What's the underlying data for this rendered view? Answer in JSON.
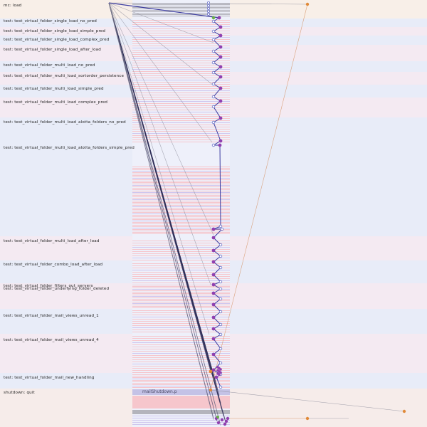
{
  "colors": {
    "band_load": "#f8efe8",
    "band_blue": "#e8ecf8",
    "band_pink": "#f4eaf2",
    "band_shutdown": "#f6ecea",
    "column_bg": "#eef0fa",
    "stripe_pink": "#f6c6cc",
    "stripe_purple": "#cfc6ee",
    "stripe_grey": "#b4b4bc",
    "spine": "#3b3ba0",
    "link_dark": "#30305a",
    "link_grey": "#8a8a98",
    "link_orange": "#d49060",
    "node_purple": "#9040b0",
    "node_blue": "#6a72c8",
    "node_orange": "#e08a3a",
    "node_green": "#6ab04a"
  },
  "phases": [
    {
      "label": "mc: load"
    },
    {
      "label": "test: test_virtual_folder_single_load_no_pred"
    },
    {
      "label": "test: test_virtual_folder_single_load_simple_pred"
    },
    {
      "label": "test: test_virtual_folder_single_load_complex_pred"
    },
    {
      "label": "test: test_virtual_folder_single_load_after_load"
    },
    {
      "label": "test: test_virtual_folder_multi_load_no_pred"
    },
    {
      "label": "test: test_virtual_folder_multi_load_sortorder_persistence"
    },
    {
      "label": "test: test_virtual_folder_multi_load_simple_pred"
    },
    {
      "label": "test: test_virtual_folder_multi_load_complex_pred"
    },
    {
      "label": "test: test_virtual_folder_multi_load_alotta_folders_no_pred"
    },
    {
      "label": "test: test_virtual_folder_multi_load_alotta_folders_simple_pred"
    },
    {
      "label": "test: test_virtual_folder_multi_load_after_load"
    },
    {
      "label": "test: test_virtual_folder_combo_load_after_load"
    },
    {
      "label": "test: test_virtual_folder_filters_out_servers"
    },
    {
      "label": "test: test_virtual_folder_underlying_folder_deleted"
    },
    {
      "label": "test: test_virtual_folder_mail_views_unread_1"
    },
    {
      "label": "test: test_virtual_folder_mail_views_unread_4"
    },
    {
      "label": "test: test_virtual_folder_mail_new_handling"
    },
    {
      "label": "shutdown: quit"
    }
  ],
  "chips": [
    {
      "label": "mailShutdown.p"
    }
  ]
}
